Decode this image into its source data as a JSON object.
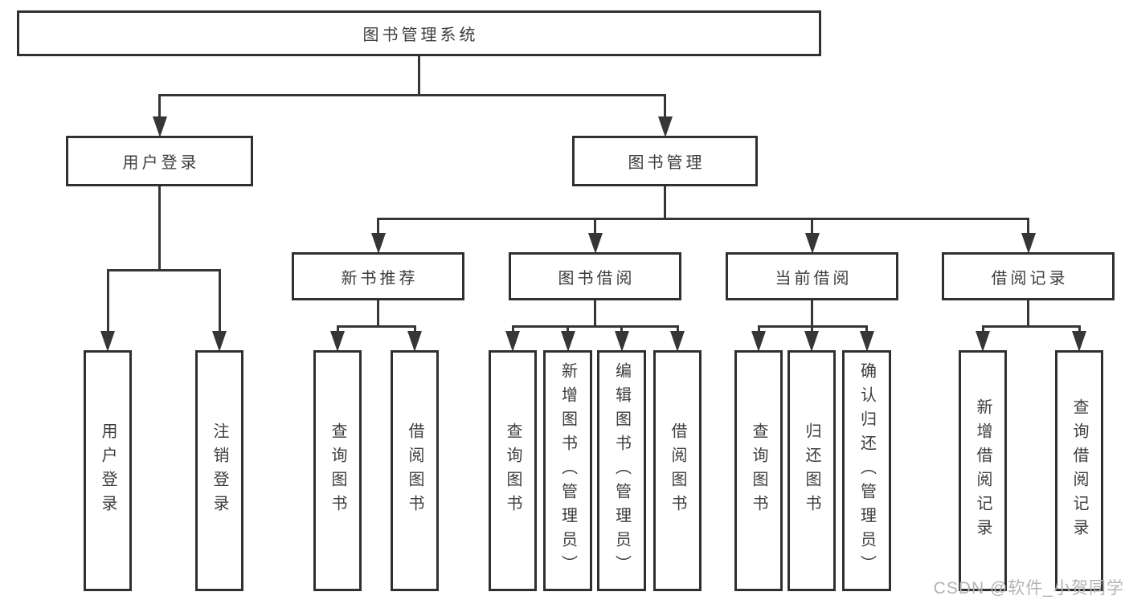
{
  "diagram": {
    "nodes": [
      {
        "id": "root",
        "label": "图书管理系统"
      },
      {
        "id": "user-login",
        "label": "用户登录"
      },
      {
        "id": "book-mgmt",
        "label": "图书管理"
      },
      {
        "id": "new-book-rec",
        "label": "新书推荐"
      },
      {
        "id": "book-borrow",
        "label": "图书借阅"
      },
      {
        "id": "current-borrow",
        "label": "当前借阅"
      },
      {
        "id": "borrow-record",
        "label": "借阅记录"
      },
      {
        "id": "leaf-user-login",
        "label": "用户登录"
      },
      {
        "id": "leaf-logout",
        "label": "注销登录"
      },
      {
        "id": "leaf-query-book-1",
        "label": "查询图书"
      },
      {
        "id": "leaf-borrow-book-1",
        "label": "借阅图书"
      },
      {
        "id": "leaf-query-book-2",
        "label": "查询图书"
      },
      {
        "id": "leaf-add-book",
        "label": "新增图书（管理员）"
      },
      {
        "id": "leaf-edit-book",
        "label": "编辑图书（管理员）"
      },
      {
        "id": "leaf-borrow-book-2",
        "label": "借阅图书"
      },
      {
        "id": "leaf-query-book-3",
        "label": "查询图书"
      },
      {
        "id": "leaf-return-book",
        "label": "归还图书"
      },
      {
        "id": "leaf-confirm-return",
        "label": "确认归还（管理员）"
      },
      {
        "id": "leaf-add-record",
        "label": "新增借阅记录"
      },
      {
        "id": "leaf-query-record",
        "label": "查询借阅记录"
      }
    ],
    "edges": [
      {
        "from": "root",
        "to": [
          "user-login",
          "book-mgmt"
        ]
      },
      {
        "from": "user-login",
        "to": [
          "leaf-user-login",
          "leaf-logout"
        ]
      },
      {
        "from": "book-mgmt",
        "to": [
          "new-book-rec",
          "book-borrow",
          "current-borrow",
          "borrow-record"
        ]
      },
      {
        "from": "new-book-rec",
        "to": [
          "leaf-query-book-1",
          "leaf-borrow-book-1"
        ]
      },
      {
        "from": "book-borrow",
        "to": [
          "leaf-query-book-2",
          "leaf-add-book",
          "leaf-edit-book",
          "leaf-borrow-book-2"
        ]
      },
      {
        "from": "current-borrow",
        "to": [
          "leaf-query-book-3",
          "leaf-return-book",
          "leaf-confirm-return"
        ]
      },
      {
        "from": "borrow-record",
        "to": [
          "leaf-add-record",
          "leaf-query-record"
        ]
      }
    ]
  },
  "watermark": {
    "text": "CSDN @软件_小贺同学"
  },
  "colors": {
    "line": "#363636",
    "border": "#303030",
    "text": "#3d3d3d",
    "watermark": "#b3b3b3",
    "background": "#ffffff"
  }
}
